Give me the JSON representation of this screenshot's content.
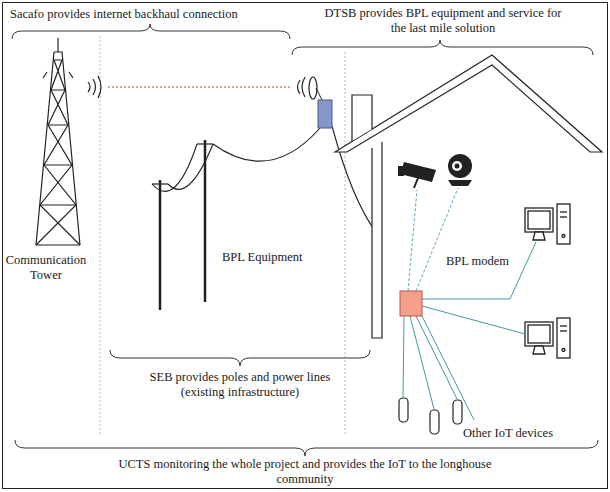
{
  "diagram": {
    "nodes": [
      {
        "text": [
          "BPL Equipment"
        ]
      },
      {
        "text": [
          "BPL modem"
        ]
      }
    ],
    "labels": [
      "Sacafo provides internet backhaul connection",
      "DTSB provides BPL equipment and service for the last mile solution",
      "Communication Tower",
      "SEB provides poles and power lines (existing infrastructure)",
      "Other IoT devices",
      "UCTS monitoring the whole project and provides the IoT to the longhouse community"
    ]
  }
}
